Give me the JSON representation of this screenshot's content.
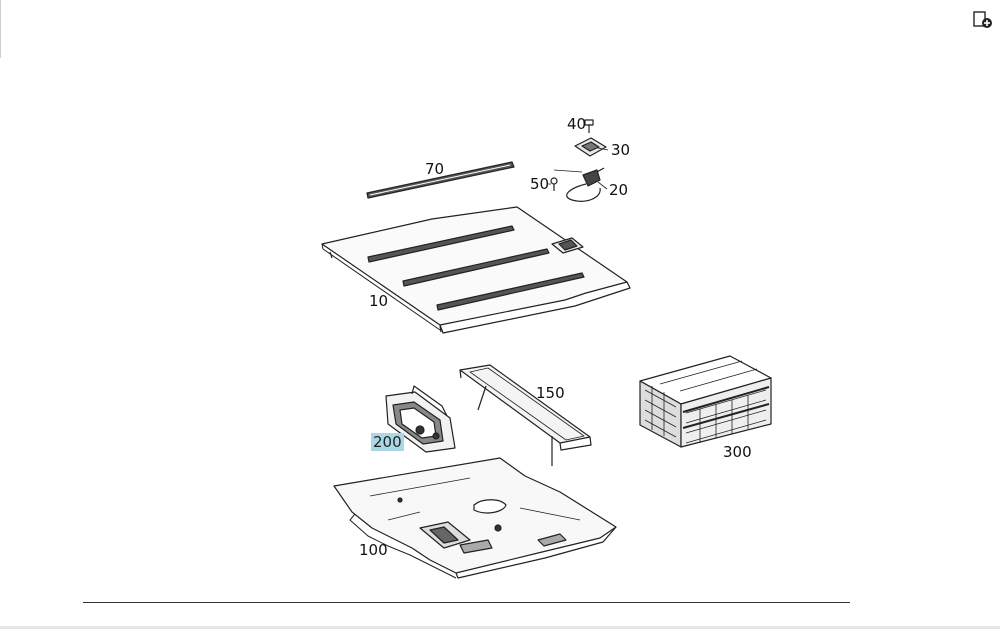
{
  "diagram": {
    "callouts": [
      {
        "id": "10",
        "label": "10",
        "highlighted": false
      },
      {
        "id": "20",
        "label": "20",
        "highlighted": false
      },
      {
        "id": "30",
        "label": "30",
        "highlighted": false
      },
      {
        "id": "40",
        "label": "40",
        "highlighted": false
      },
      {
        "id": "50",
        "label": "50",
        "highlighted": false
      },
      {
        "id": "70",
        "label": "70",
        "highlighted": false
      },
      {
        "id": "100",
        "label": "100",
        "highlighted": false
      },
      {
        "id": "150",
        "label": "150",
        "highlighted": false
      },
      {
        "id": "200",
        "label": "200",
        "highlighted": true
      },
      {
        "id": "300",
        "label": "300",
        "highlighted": false
      }
    ],
    "highlight_color": "#a9d7e6"
  },
  "toolbar": {
    "add_icon": "add-to-list-icon"
  }
}
